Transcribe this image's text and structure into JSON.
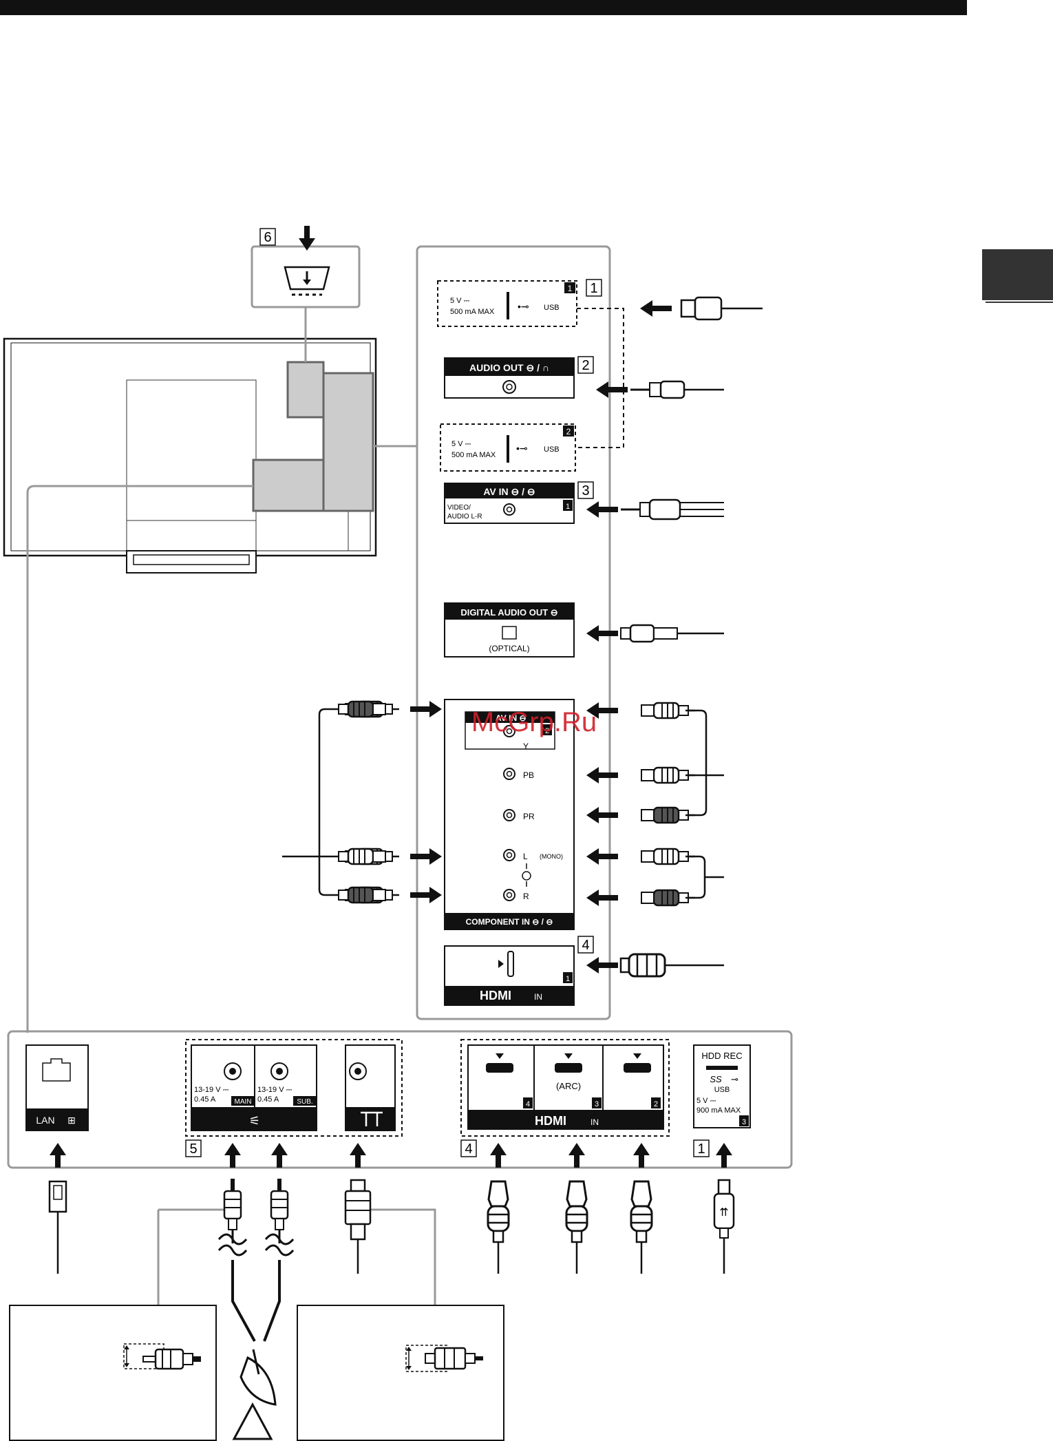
{
  "header": {
    "section_tab_color": "#333333",
    "top_bar_color": "#111111"
  },
  "watermark": {
    "text": "McGrp.Ru",
    "color": "#d0202a"
  },
  "callouts": {
    "n1": "1",
    "n2": "2",
    "n3": "3",
    "n4": "4",
    "n5": "5",
    "n6": "6"
  },
  "side_panel": {
    "usb1": {
      "spec_line1": "5 V ⎓",
      "spec_line2": "500 mA MAX",
      "label": "USB",
      "badge": "1"
    },
    "audio_out": {
      "label": "AUDIO OUT ⊖ / ∩"
    },
    "usb2": {
      "spec_line1": "5 V ⎓",
      "spec_line2": "500 mA MAX",
      "label": "USB",
      "badge": "2"
    },
    "av_in": {
      "label": "AV IN ⊖ / ⊖",
      "sub_line1": "VIDEO/",
      "sub_line2": "AUDIO L-R",
      "badge": "1"
    },
    "digital_audio_out": {
      "label": "DIGITAL AUDIO OUT ⊖",
      "sub": "(OPTICAL)"
    },
    "component_in": {
      "header": "AV IN ⊖",
      "badge": "2",
      "y": "Y",
      "pb": "PB",
      "pr": "PR",
      "l": "L",
      "mono": "(MONO)",
      "r": "R",
      "footer": "COMPONENT IN ⊖ / ⊖"
    },
    "hdmi1": {
      "logo": "HDMI",
      "in": "IN",
      "badge": "1"
    }
  },
  "bottom_panel": {
    "lan": {
      "label": "LAN"
    },
    "sat_main": {
      "spec_line1": "13-19 V ⎓",
      "spec_line2": "0.45 A",
      "tag": "MAIN"
    },
    "sat_sub": {
      "spec_line1": "13-19 V ⎓",
      "spec_line2": "0.45 A",
      "tag": "SUB."
    },
    "hdmi_row": {
      "badge4": "4",
      "badge3": "3",
      "badge2": "2",
      "arc": "(ARC)",
      "logo": "HDMI",
      "in": "IN"
    },
    "hdd_rec": {
      "title": "HDD REC",
      "ss": "SS",
      "usb": "USB",
      "spec_line1": "5 V ⎓",
      "spec_line2": "900 mA MAX",
      "badge": "3"
    }
  }
}
